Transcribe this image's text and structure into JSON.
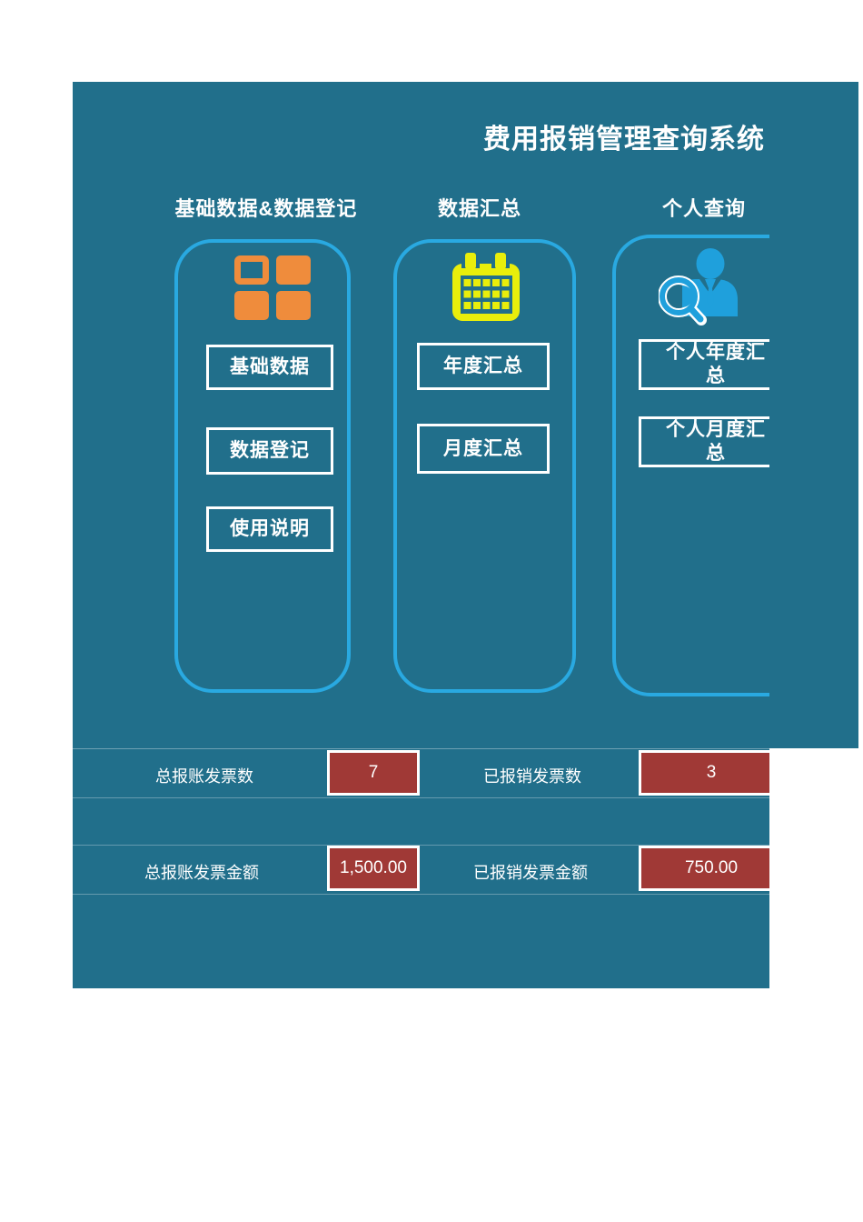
{
  "app": {
    "title": "费用报销管理查询系统"
  },
  "colors": {
    "panel_teal": "#216F8B",
    "card_border_blue": "#29A9E1",
    "icon_orange": "#EF8C3C",
    "icon_yellow": "#E9EE0B",
    "icon_blue": "#1FA0DC",
    "value_box_red": "#A03936",
    "text_white": "#FFFFFF"
  },
  "sections": [
    {
      "header": "基础数据&数据登记",
      "icon": "grid-icon",
      "buttons": [
        {
          "label": "基础数据"
        },
        {
          "label": "数据登记"
        },
        {
          "label": "使用说明"
        }
      ]
    },
    {
      "header": "数据汇总",
      "icon": "calendar-icon",
      "buttons": [
        {
          "label": "年度汇总"
        },
        {
          "label": "月度汇总"
        }
      ]
    },
    {
      "header": "个人查询",
      "icon": "person-search-icon",
      "buttons": [
        {
          "label": "个人年度汇总"
        },
        {
          "label": "个人月度汇总"
        }
      ]
    }
  ],
  "stats": {
    "row1": [
      {
        "label": "总报账发票数",
        "value": "7"
      },
      {
        "label": "已报销发票数",
        "value": "3"
      }
    ],
    "row2": [
      {
        "label": "总报账发票金额",
        "value": "1,500.00"
      },
      {
        "label": "已报销发票金额",
        "value": "750.00"
      }
    ]
  }
}
